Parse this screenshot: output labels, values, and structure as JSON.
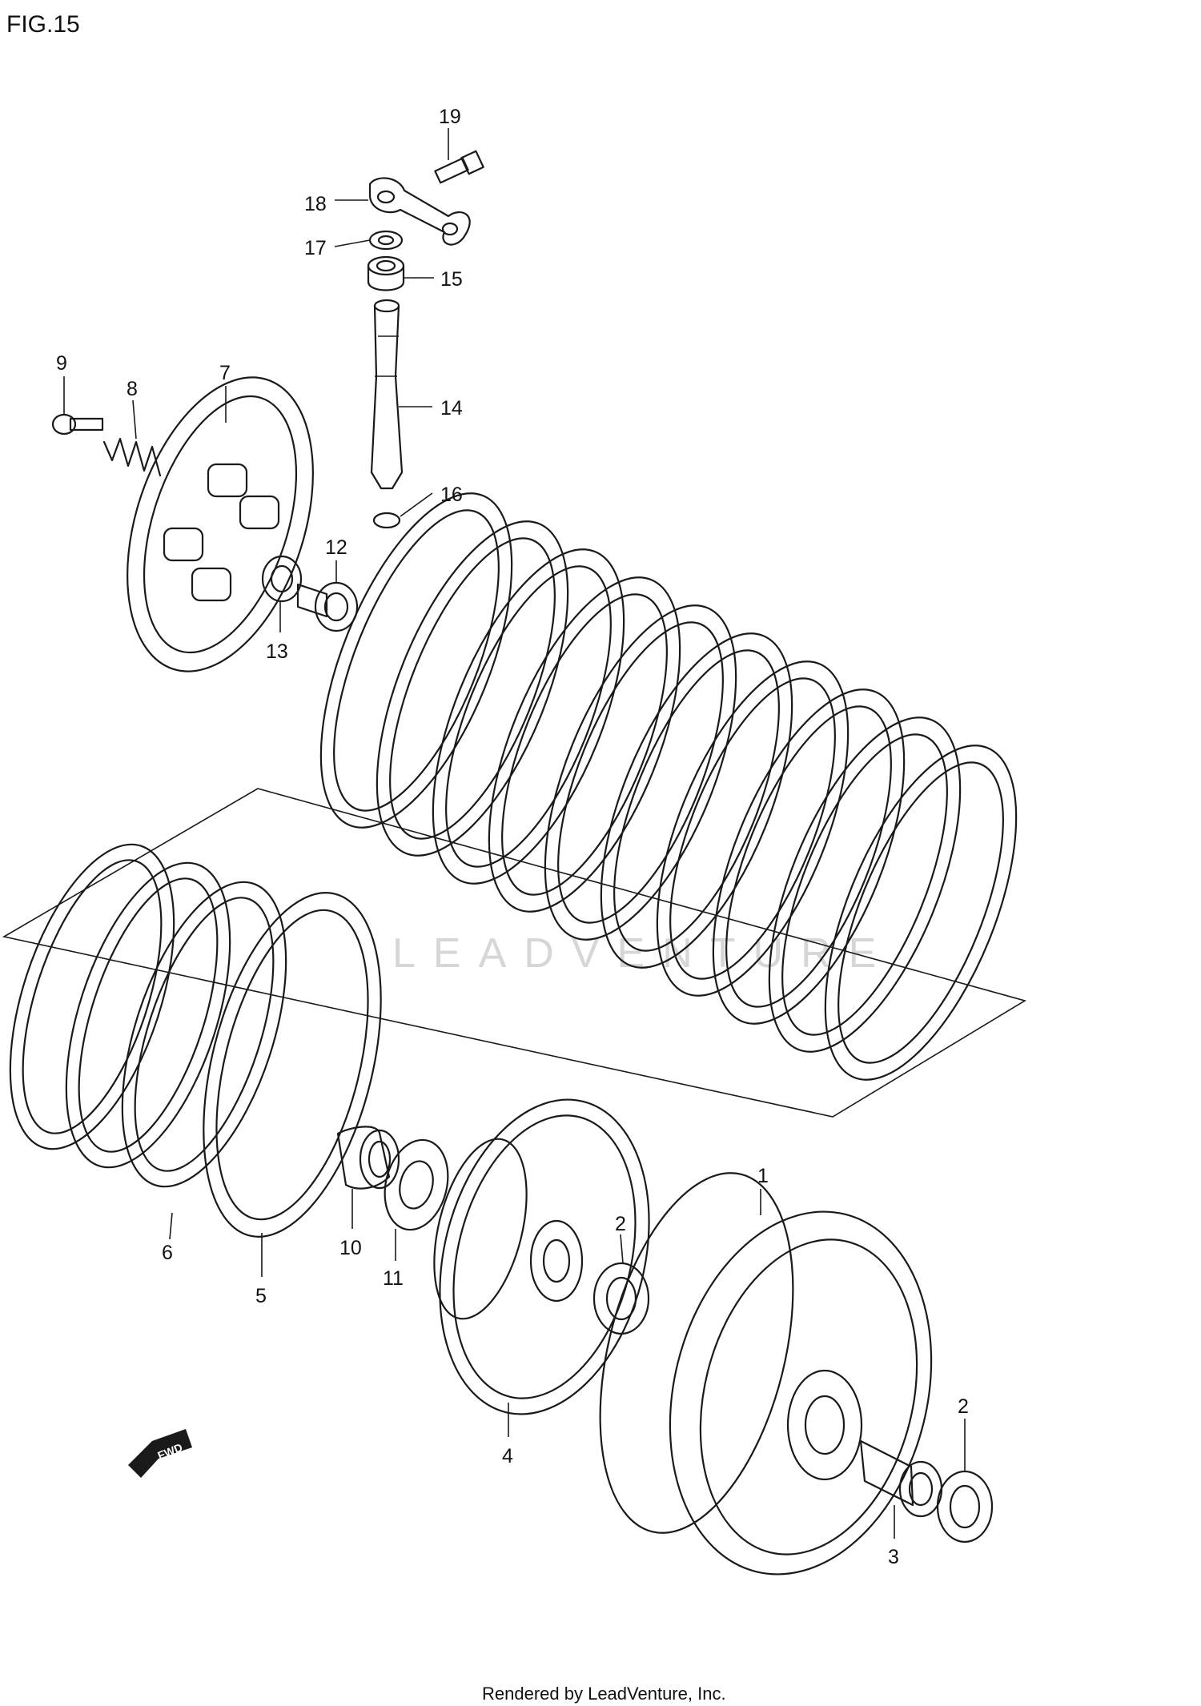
{
  "figure": {
    "title": "FIG.15",
    "footer": "Rendered by LeadVenture, Inc.",
    "watermark": "LEADVENTURE",
    "direction_label": "FWD"
  },
  "callouts": {
    "c1": "1",
    "c2a": "2",
    "c2b": "2",
    "c3": "3",
    "c4": "4",
    "c5": "5",
    "c6": "6",
    "c7": "7",
    "c8": "8",
    "c9": "9",
    "c10": "10",
    "c11": "11",
    "c12": "12",
    "c13": "13",
    "c14": "14",
    "c15": "15",
    "c16": "16",
    "c17": "17",
    "c18": "18",
    "c19": "19"
  }
}
